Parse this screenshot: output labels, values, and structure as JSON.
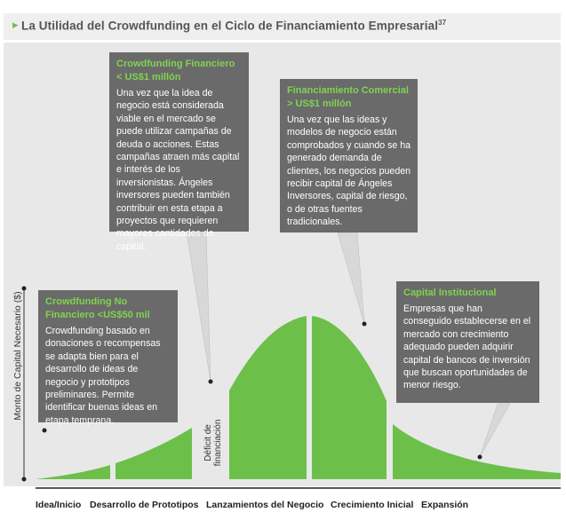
{
  "title": {
    "arrow": "▸",
    "text": "La Utilidad del Crowdfunding en el Ciclo de Financiamiento Empresarial",
    "footnote": "37"
  },
  "y_axis_label": "Monto de Capital Necesario ($)",
  "gap_label": "Déficit de financiación",
  "stages": [
    "Idea/Inicio",
    "Desarrollo de Prototipos",
    "Lanzamientos del Negocio",
    "Crecimiento Inicial",
    "Expansión"
  ],
  "boxes": {
    "financiero": {
      "heading": "Crowdfunding Financiero < US$1 millón",
      "body": "Una vez que la idea de negocio está considerada viable en el mercado se puede utilizar campañas de deuda o acciones. Estas campañas atraen más capital e interés de los inversionistas. Ángeles inversores pueden también contribuir en esta etapa a proyectos que requieren mayores cantidades de capital."
    },
    "comercial": {
      "heading": "Financiamiento Comercial > US$1 millón",
      "body": "Una vez que las ideas y modelos de negocio están comprobados y cuando se ha generado demanda de clientes, los negocios pueden recibir capital de Ángeles Inversores, capital de riesgo, o de otras fuentes tradicionales."
    },
    "no_financiero": {
      "heading": "Crowdfunding No Financiero <US$50 mil",
      "body": "Crowdfunding basado en donaciones o recompensas se adapta bien para el desarrollo de ideas de negocio y prototipos preliminares. Permite identificar buenas ideas en etapa temprana."
    },
    "institucional": {
      "heading": "Capital Institucional",
      "body": "Empresas que han conseguido establecerse en el mercado con crecimiento adequado pueden adquirir capital de bancos de inversión que buscan oportunidades de menor riesgo."
    }
  },
  "colors": {
    "accent": "#6cc04a",
    "area": "#6cc04a",
    "box": "#6a6a6a",
    "panel": "#e8e8e8"
  }
}
